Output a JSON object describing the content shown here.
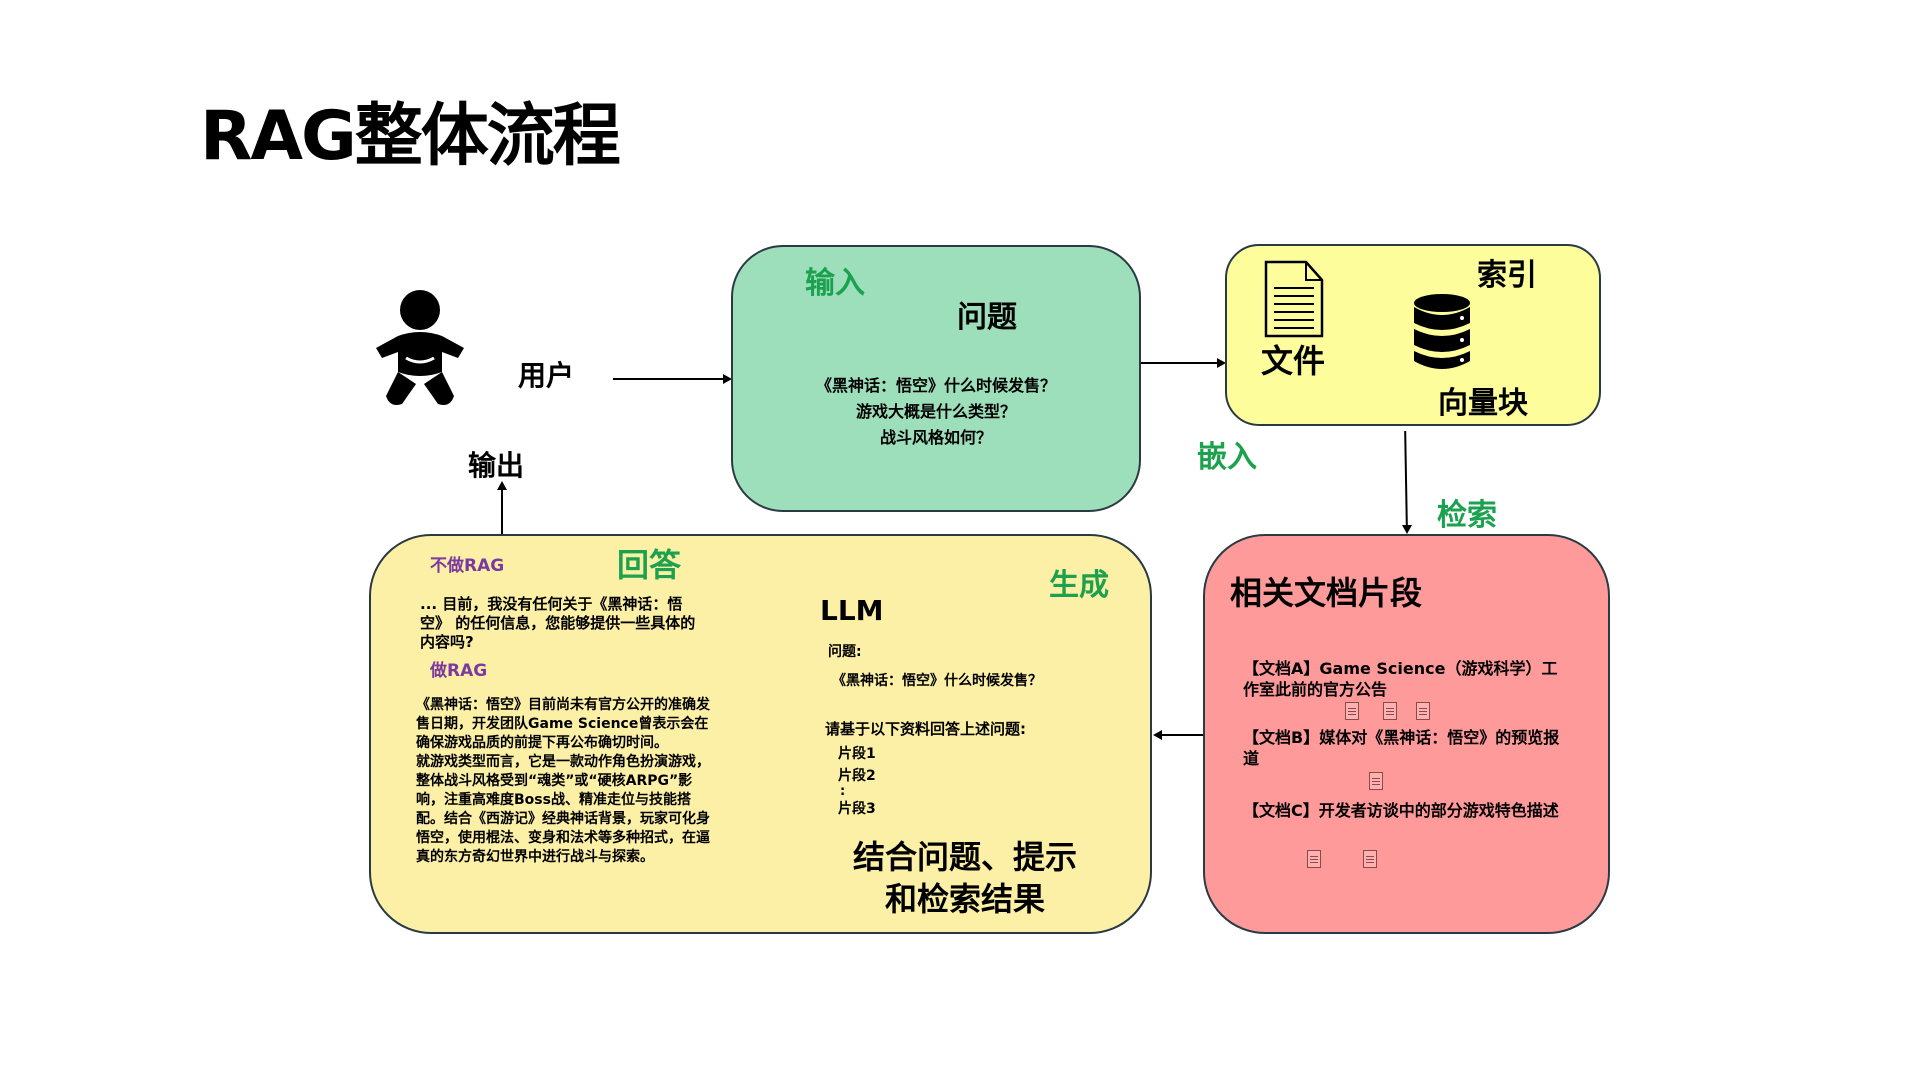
{
  "title": "RAG整体流程",
  "user": {
    "label": "用户",
    "output_label": "输出"
  },
  "input_box": {
    "stage": "输入",
    "heading": "问题",
    "questions": [
      "《黑神话：悟空》什么时候发售？",
      "游戏大概是什么类型？",
      "战斗风格如何？"
    ]
  },
  "index_box": {
    "stage": "索引",
    "file_label": "文件",
    "vector_label": "向量块"
  },
  "embed_label": "嵌入",
  "retrieve_label": "检索",
  "docs_box": {
    "title": "相关文档片段",
    "docs": [
      "【文档A】Game Science（游戏科学）工作室此前的官方公告",
      "【文档B】媒体对《黑神话：悟空》的预览报道",
      "【文档C】开发者访谈中的部分游戏特色描述"
    ]
  },
  "answer_box": {
    "stage": "回答",
    "no_rag_label": "不做RAG",
    "no_rag_text": "... 目前，我没有任何关于《黑神话：悟空》 的任何信息，您能够提供一些具体的内容吗?",
    "rag_label": "做RAG",
    "rag_text_1": "《黑神话：悟空》目前尚未有官方公开的准确发售日期，开发团队Game Science曾表示会在确保游戏品质的前提下再公布确切时间。",
    "rag_text_2": "就游戏类型而言，它是一款动作角色扮演游戏，整体战斗风格受到“魂类”或“硬核ARPG”影响，注重高难度Boss战、精准走位与技能搭配。结合《西游记》经典神话背景，玩家可化身悟空，使用棍法、变身和法术等多种招式，在逼真的东方奇幻世界中进行战斗与探索。"
  },
  "generate": {
    "stage": "生成",
    "llm": "LLM",
    "question_label": "问题:",
    "question": "《黑神话：悟空》什么时候发售？",
    "instruction": "请基于以下资料回答上述问题:",
    "fragments": [
      "片段1",
      "片段2",
      "片段3"
    ],
    "ellipsis": ":",
    "summary_1": "结合问题、提示",
    "summary_2": "和检索结果"
  },
  "colors": {
    "green_box": "#9ddfbb",
    "index_box": "#fdfd9c",
    "docs_box": "#ff9a9a",
    "answer_box": "#fcefa6",
    "stage_green": "#1ca24f",
    "purple": "#7a3aa0"
  }
}
